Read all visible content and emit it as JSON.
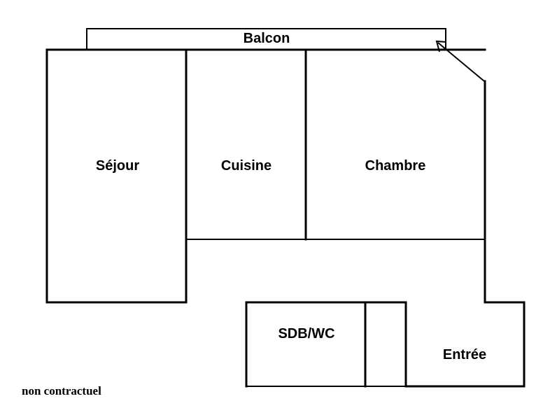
{
  "rooms": {
    "balcon": "Balcon",
    "sejour": "Séjour",
    "cuisine": "Cuisine",
    "chambre": "Chambre",
    "sdb_wc": "SDB/WC",
    "entree": "Entrée"
  },
  "note": "non contractuel"
}
